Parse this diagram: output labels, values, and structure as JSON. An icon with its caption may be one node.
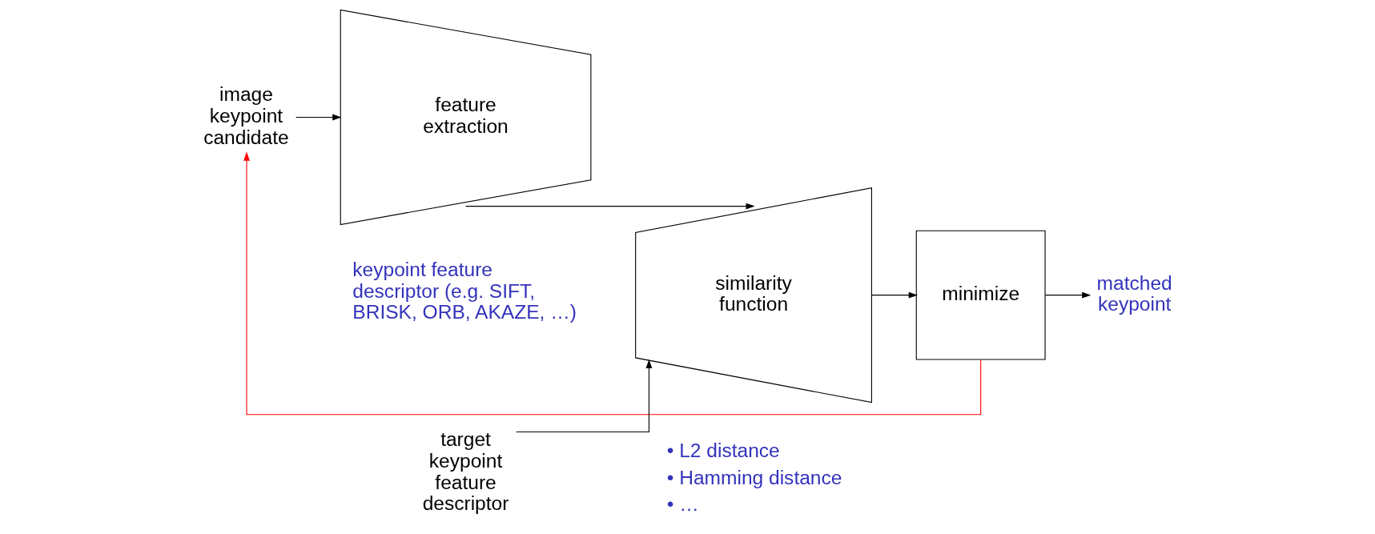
{
  "diagram": {
    "nodes": [
      {
        "text": [
          "image keypoint candidate"
        ]
      },
      {
        "text": [
          "feature extraction"
        ]
      },
      {
        "text": [
          "similarity function"
        ]
      },
      {
        "text": [
          "minimize"
        ]
      },
      {
        "text": [
          "matched keypoint"
        ]
      },
      {
        "text": [
          "target keypoint feature descriptor"
        ]
      }
    ],
    "edges": [
      {
        "from": 0,
        "to": 1,
        "arrow": "to"
      },
      {
        "from": 1,
        "to": 2,
        "arrow": "to"
      },
      {
        "from": 5,
        "to": 2,
        "arrow": "to"
      },
      {
        "from": 2,
        "to": 3,
        "arrow": "to"
      },
      {
        "from": 3,
        "to": 4,
        "arrow": "to"
      },
      {
        "from": 3,
        "to": 0,
        "arrow": "to",
        "color": "#ff0000"
      }
    ],
    "labels": [
      "keypoint feature descriptor (e.g. SIFT, BRISK, ORB, AKAZE, …)",
      "• L2 distance",
      "• Hamming distance",
      "• …"
    ]
  }
}
